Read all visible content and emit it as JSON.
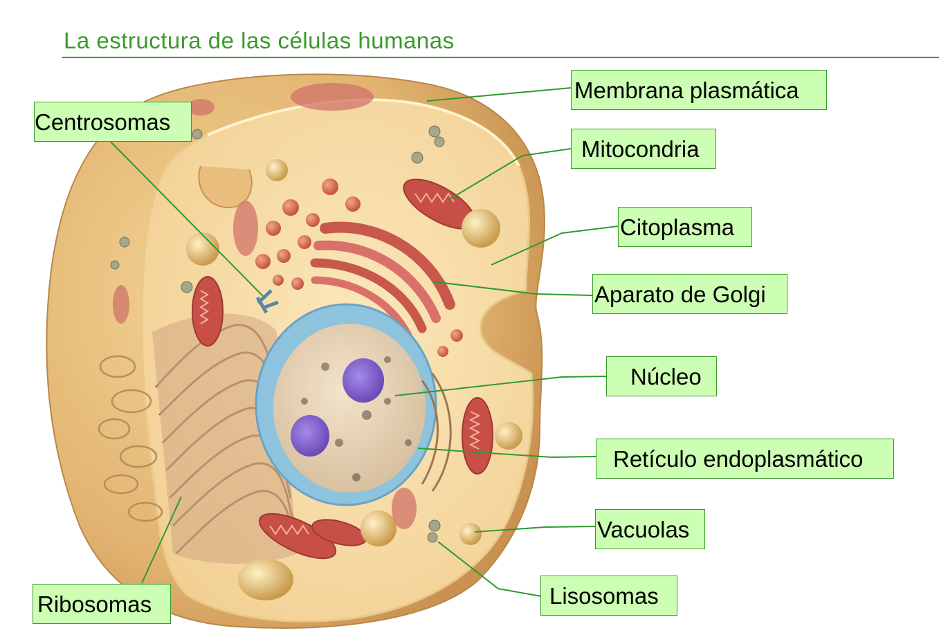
{
  "title": "La estructura de las células humanas",
  "colors": {
    "accent": "#3a9a2a",
    "label_fill": "#ccffb3",
    "cell_outer": "#e6bd7c",
    "cytoplasm": "#f7dfa7",
    "mitochondria": "#c84f46",
    "nucleus_envelope": "#8ec3dd",
    "nucleolus": "#8c6ad0"
  },
  "labels": {
    "membrana": "Membrana plasmática",
    "mitocondria": "Mitocondria",
    "citoplasma": "Citoplasma",
    "golgi": "Aparato de Golgi",
    "nucleo": "Núcleo",
    "reticulo": "Retículo endoplasmático",
    "vacuolas": "Vacuolas",
    "lisosomas": "Lisosomas",
    "centrosomas": "Centrosomas",
    "ribosomas": "Ribosomas"
  }
}
